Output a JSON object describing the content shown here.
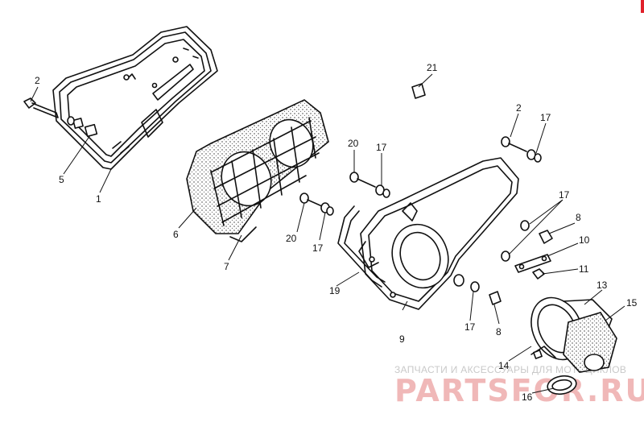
{
  "diagram": {
    "callouts": [
      {
        "id": "c-1",
        "text": "1"
      },
      {
        "id": "c-2a",
        "text": "2"
      },
      {
        "id": "c-2b",
        "text": "2"
      },
      {
        "id": "c-5",
        "text": "5"
      },
      {
        "id": "c-6",
        "text": "6"
      },
      {
        "id": "c-7",
        "text": "7"
      },
      {
        "id": "c-8a",
        "text": "8"
      },
      {
        "id": "c-8b",
        "text": "8"
      },
      {
        "id": "c-9",
        "text": "9"
      },
      {
        "id": "c-10",
        "text": "10"
      },
      {
        "id": "c-11",
        "text": "11"
      },
      {
        "id": "c-13",
        "text": "13"
      },
      {
        "id": "c-14",
        "text": "14"
      },
      {
        "id": "c-15",
        "text": "15"
      },
      {
        "id": "c-16",
        "text": "16"
      },
      {
        "id": "c-17a",
        "text": "17"
      },
      {
        "id": "c-17b",
        "text": "17"
      },
      {
        "id": "c-17c",
        "text": "17"
      },
      {
        "id": "c-17d",
        "text": "17"
      },
      {
        "id": "c-17e",
        "text": "17"
      },
      {
        "id": "c-19",
        "text": "19"
      },
      {
        "id": "c-20a",
        "text": "20"
      },
      {
        "id": "c-20b",
        "text": "20"
      },
      {
        "id": "c-21",
        "text": "21"
      }
    ]
  },
  "watermark": {
    "top_text": "ЗАПЧАСТИ И АКСЕССУАРЫ ДЛЯ МОТОЦИКЛОВ",
    "logo_text": "PARTSFOR.RU"
  },
  "colors": {
    "line": "#111111",
    "watermark_text": "#c9c9c9",
    "watermark_logo": "#f0b8b8",
    "corner_mark": "#e0202a"
  }
}
